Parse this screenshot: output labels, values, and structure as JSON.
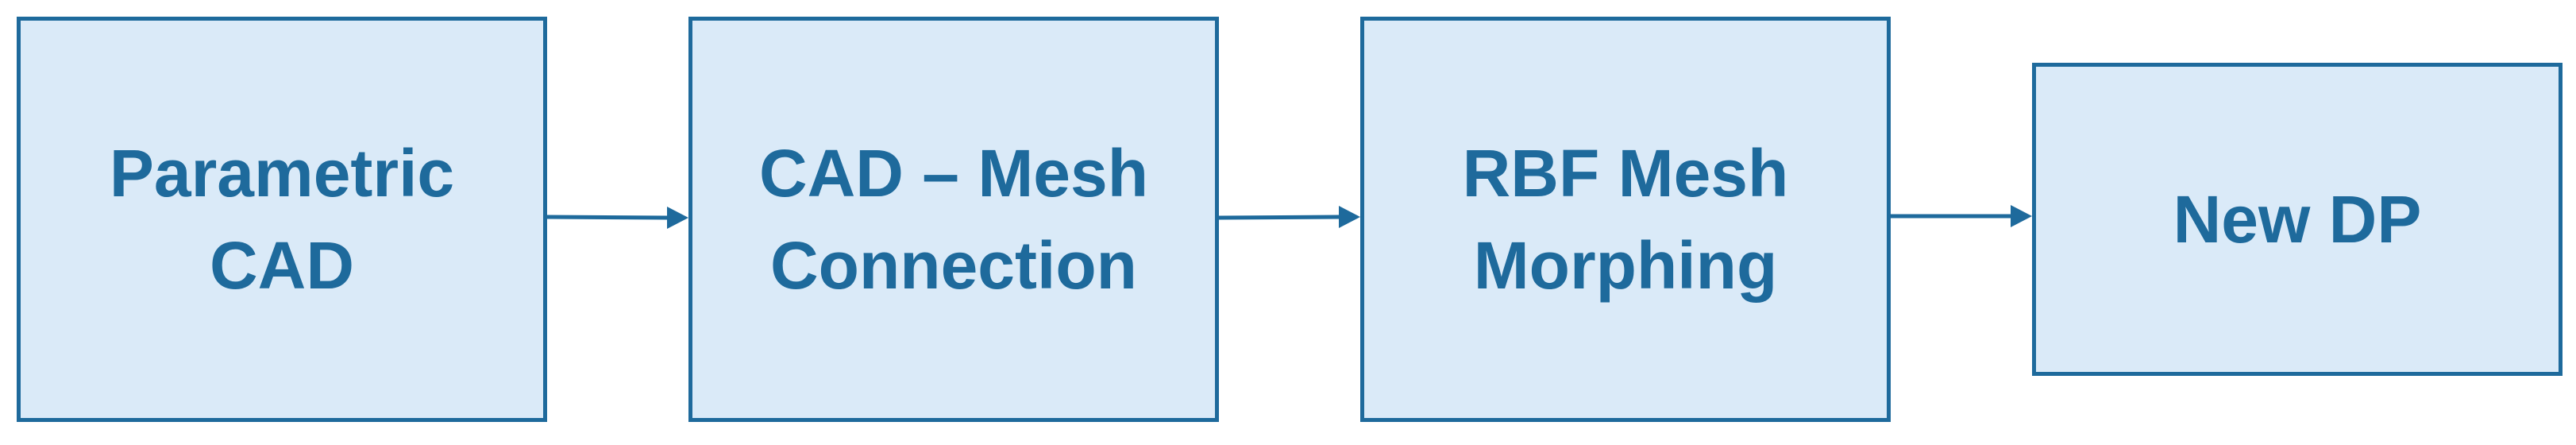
{
  "colors": {
    "box_fill": "#daeaf8",
    "box_border": "#1e6a9c",
    "text": "#1e6a9c",
    "arrow": "#1e6a9c"
  },
  "boxes": [
    {
      "line1": "Parametric",
      "line2": "CAD"
    },
    {
      "line1": "CAD – Mesh",
      "line2": "Connection"
    },
    {
      "line1": "RBF Mesh",
      "line2": "Morphing"
    },
    {
      "line1": "New DP",
      "line2": ""
    }
  ]
}
